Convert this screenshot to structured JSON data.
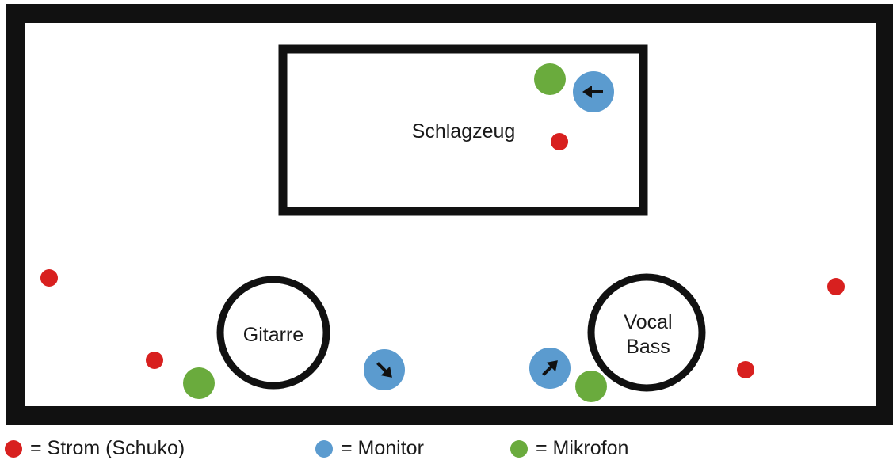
{
  "labels": {
    "drums": "Schlagzeug",
    "guitar": "Gitarre",
    "vocal_bass_line1": "Vocal",
    "vocal_bass_line2": "Bass"
  },
  "legend": {
    "strom": "= Strom (Schuko)",
    "monitor": "= Monitor",
    "mikrofon": "= Mikrofon"
  },
  "colors": {
    "strom": "#d8201f",
    "monitor": "#5b9bcf",
    "mikrofon": "#6aab3d",
    "outline": "#111111"
  }
}
